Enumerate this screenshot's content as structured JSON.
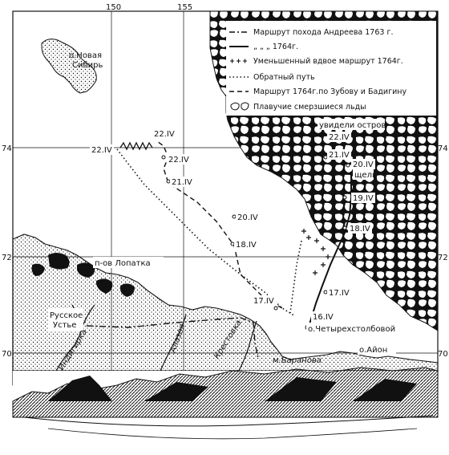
{
  "grid_labels": {
    "lon_150": "150",
    "lon_155": "155",
    "lat_74_left": "74",
    "lat_74_right": "74",
    "lat_72_left": "72",
    "lat_72_right": "72",
    "lat_70_left": "70",
    "lat_70_right": "70"
  },
  "legend": {
    "items": [
      {
        "symbol": "dash-dot",
        "label": "Маршрут похода Андреева 1763 г."
      },
      {
        "symbol": "solid",
        "label": "„    „    „    1764г."
      },
      {
        "symbol": "crosses",
        "label": "Уменьшенный вдвое маршрут 1764г."
      },
      {
        "symbol": "dotted",
        "label": "Обратный путь"
      },
      {
        "symbol": "dashed",
        "label": "Маршрут 1764г.по Зубову и Бадигину"
      },
      {
        "symbol": "ice",
        "label": "Плавучие смерзшиеся льды"
      }
    ]
  },
  "places": {
    "novaya_sibir": "о.Новая\nСибирь",
    "lopatka": "п-ов Лопатка",
    "russkoe_uste": "Русское\nУстье",
    "indigirka": "Индигирка",
    "alazeya": "Алазея",
    "kreshchenka": "Крестовка",
    "baranova": "м.Баранова",
    "ayon": "о.Айон",
    "chetyrekhstolbovoy": "о.Четырехстолбовой",
    "videli_ostrov": "увидели остров",
    "shchel": "щель"
  },
  "dates": {
    "d22iv_a": "22.IV",
    "d22iv_b": "22.IV",
    "d22iv_c": "22.IV",
    "d21iv_a": "21.IV",
    "d20iv_a": "20.IV",
    "d18iv_a": "18.IV",
    "d17iv_a": "17.IV",
    "d22iv_r": "22.IV",
    "d21iv_r": "21.IV",
    "d20iv_r": "20.IV",
    "d19iv_r": "19.IV",
    "d18iv_r": "18.IV",
    "d17iv_r": "17.IV",
    "d16iv_r": "16.IV"
  },
  "colors": {
    "ink": "#111111",
    "land_fill": "#ffffff",
    "water": "#ffffff"
  }
}
